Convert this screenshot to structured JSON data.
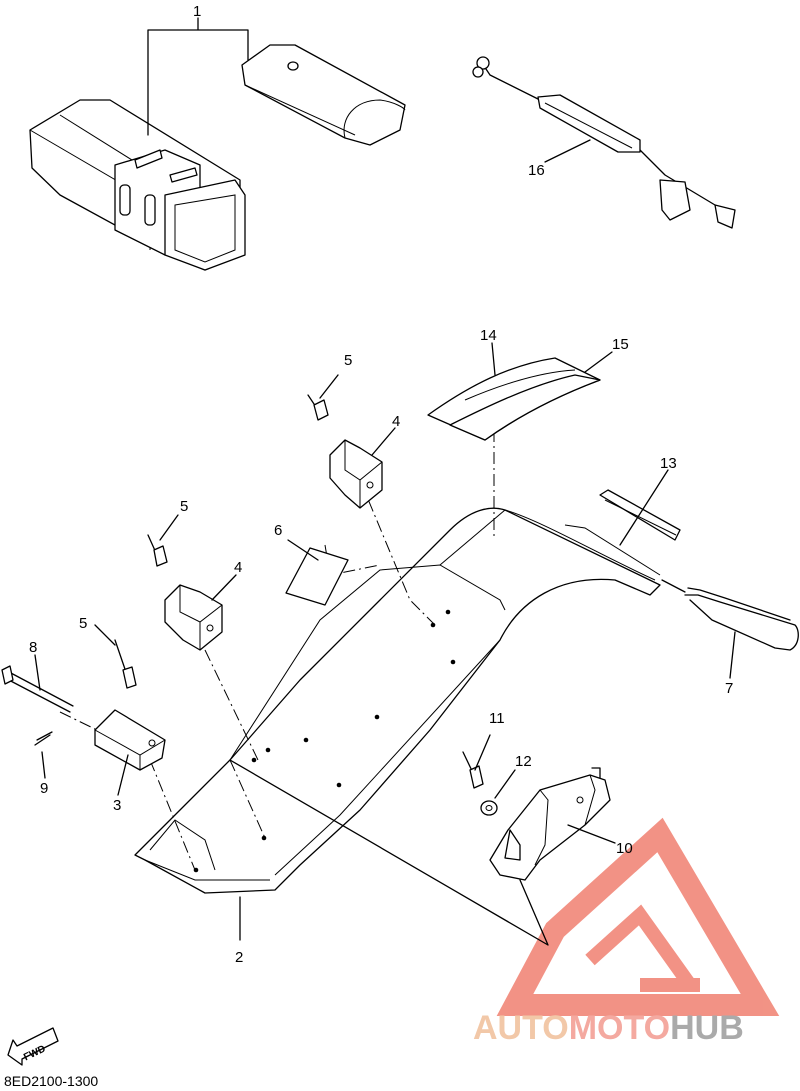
{
  "diagram": {
    "callouts": [
      "1",
      "2",
      "3",
      "4",
      "4",
      "5",
      "5",
      "5",
      "6",
      "7",
      "8",
      "9",
      "10",
      "11",
      "12",
      "13",
      "14",
      "15",
      "16"
    ],
    "fwd_label": "FWD",
    "drawing_code": "8ED2100-1300"
  },
  "watermark": {
    "parts": [
      "AUTO",
      "MOTO",
      "HUB"
    ],
    "colors": {
      "auto": "#f2c8a8",
      "moto": "#f4a9a0",
      "hub": "#aaaaaa",
      "logo": "#f08070"
    }
  }
}
